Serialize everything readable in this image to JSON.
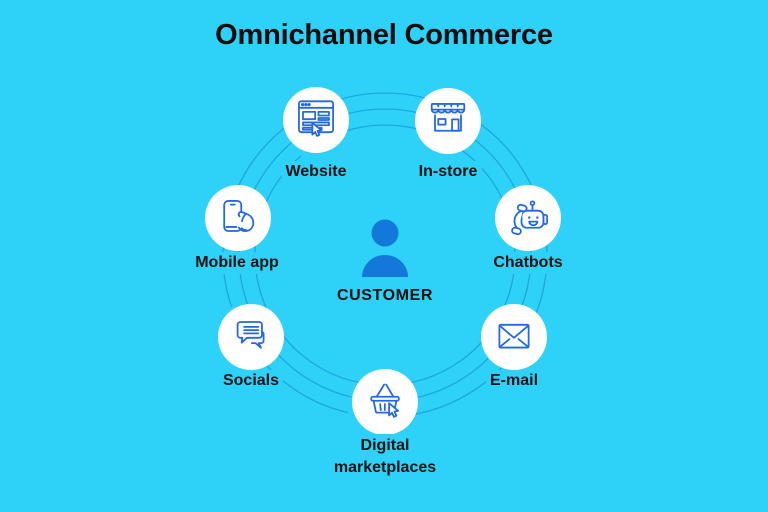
{
  "title": "Omnichannel Commerce",
  "center": {
    "label": "CUSTOMER",
    "icon": "person-icon"
  },
  "channels": [
    {
      "id": "website",
      "label": "Website",
      "icon": "browser-cursor-icon"
    },
    {
      "id": "in-store",
      "label": "In-store",
      "icon": "storefront-icon"
    },
    {
      "id": "mobile-app",
      "label": "Mobile app",
      "icon": "phone-hand-icon"
    },
    {
      "id": "chatbots",
      "label": "Chatbots",
      "icon": "robot-handset-icon"
    },
    {
      "id": "socials",
      "label": "Socials",
      "icon": "chat-bubbles-icon"
    },
    {
      "id": "e-mail",
      "label": "E-mail",
      "icon": "envelope-icon"
    },
    {
      "id": "digital-marketplaces",
      "label": "Digital marketplaces",
      "icon": "basket-cursor-icon"
    }
  ],
  "colors": {
    "background": "#2ED2F8",
    "circle_fill": "#FFFFFF",
    "icon_stroke": "#2368E4",
    "person_fill": "#1478DB",
    "arc_stroke": "#18A0DB",
    "text": "#101010"
  }
}
